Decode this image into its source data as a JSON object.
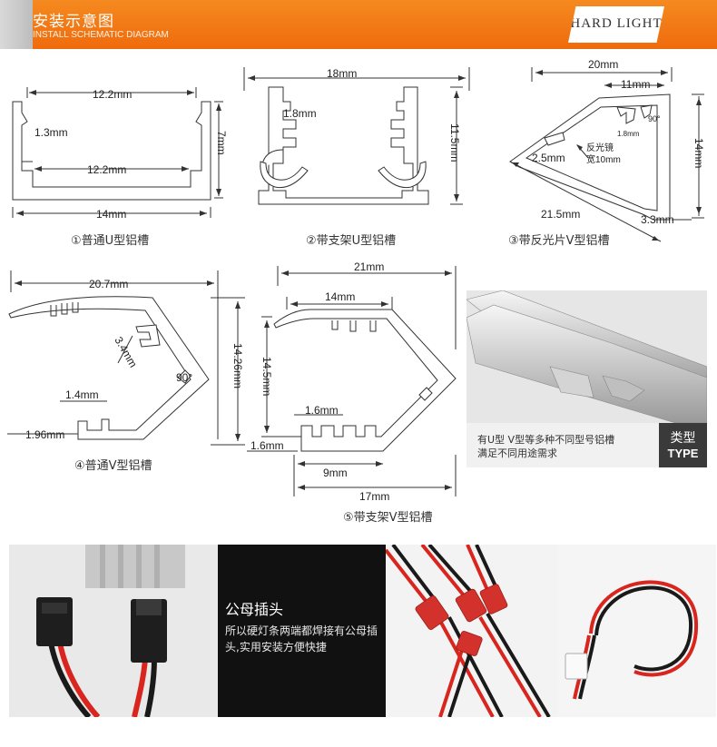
{
  "header": {
    "title": "安装示意图",
    "subtitle": "INSTALL SCHEMATIC DIAGRAM",
    "badge": "HARD LIGHT"
  },
  "diagrams": {
    "d1": {
      "caption": "①普通U型铝槽",
      "dims": [
        "12.2mm",
        "1.3mm",
        "7mm",
        "12.2mm",
        "14mm"
      ]
    },
    "d2": {
      "caption": "②带支架U型铝槽",
      "dims": [
        "18mm",
        "1.8mm",
        "11.5mm"
      ]
    },
    "d3": {
      "caption": "③带反光片V型铝槽",
      "dims": [
        "20mm",
        "11mm",
        "90°",
        "1.8mm",
        "反光镜",
        "宽10mm",
        "2.5mm",
        "14mm",
        "21.5mm",
        "3.3mm"
      ]
    },
    "d4": {
      "caption": "④普通V型铝槽",
      "dims": [
        "20.7mm",
        "3.4mm",
        "90°",
        "14.26mm",
        "1.4mm",
        "1.96mm"
      ]
    },
    "d5": {
      "caption": "⑤带支架V型铝槽",
      "dims": [
        "21mm",
        "14mm",
        "14.5mm",
        "1.6mm",
        "1.6mm",
        "9mm",
        "17mm"
      ]
    }
  },
  "type_panel": {
    "line1": "有U型 V型等多种不同型号铝槽",
    "line2": "满足不同用途需求",
    "badge_cn": "类型",
    "badge_en": "TYPE"
  },
  "connector_panel": {
    "heading": "公母插头",
    "body": "所以硬灯条两端都焊接有公母插头,实用安装方便快捷"
  },
  "colors": {
    "accent": "#ef6b0d",
    "wire_red": "#d8261f",
    "wire_black": "#1a1a1a",
    "connector_red": "#d3322c"
  }
}
